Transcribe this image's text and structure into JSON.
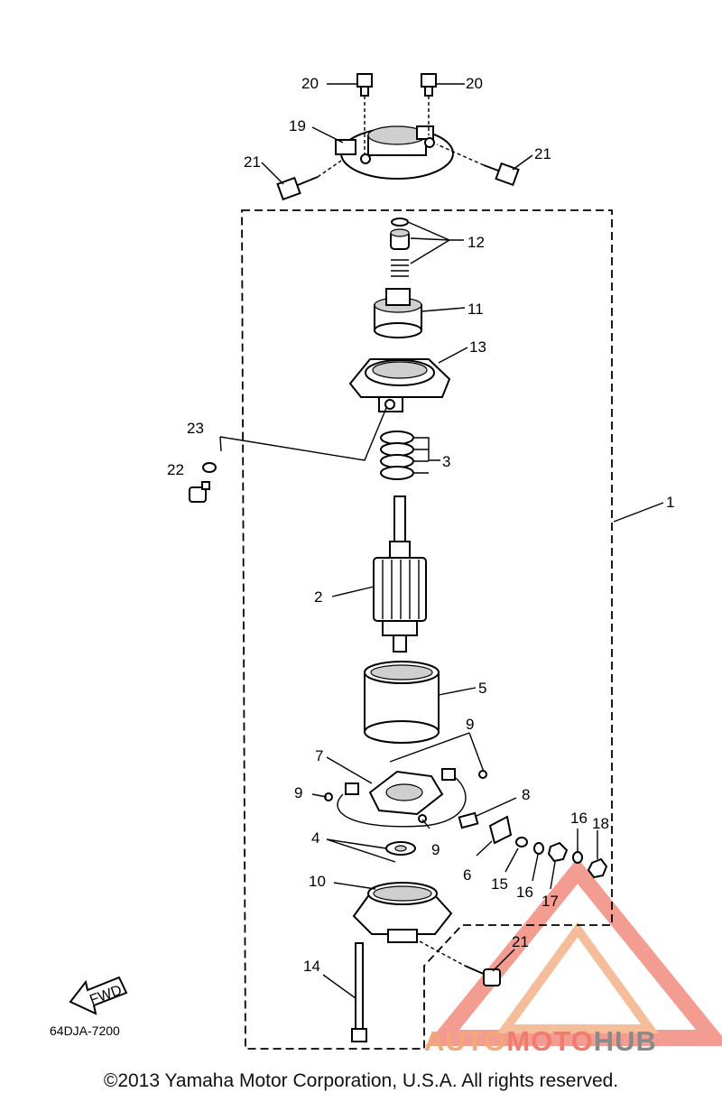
{
  "figure_code": "64DJA-7200",
  "fwd_label": "FWD",
  "copyright": "©2013 Yamaha Motor Corporation, U.S.A. All rights reserved.",
  "watermark": {
    "part1": "AUTO",
    "part2": "MOTO",
    "part3": "HUB",
    "color_light": "#f2a877",
    "color_dark": "#f07b6e",
    "color_gray": "#8a8a8a"
  },
  "callouts": {
    "c1": "1",
    "c2": "2",
    "c3": "3",
    "c4": "4",
    "c5": "5",
    "c6": "6",
    "c7": "7",
    "c8": "8",
    "c9a": "9",
    "c9b": "9",
    "c9c": "9",
    "c10": "10",
    "c11": "11",
    "c12": "12",
    "c13": "13",
    "c14": "14",
    "c15": "15",
    "c16a": "16",
    "c16b": "16",
    "c17": "17",
    "c18": "18",
    "c19": "19",
    "c20a": "20",
    "c20b": "20",
    "c21a": "21",
    "c21b": "21",
    "c21c": "21",
    "c22": "22",
    "c23": "23"
  }
}
